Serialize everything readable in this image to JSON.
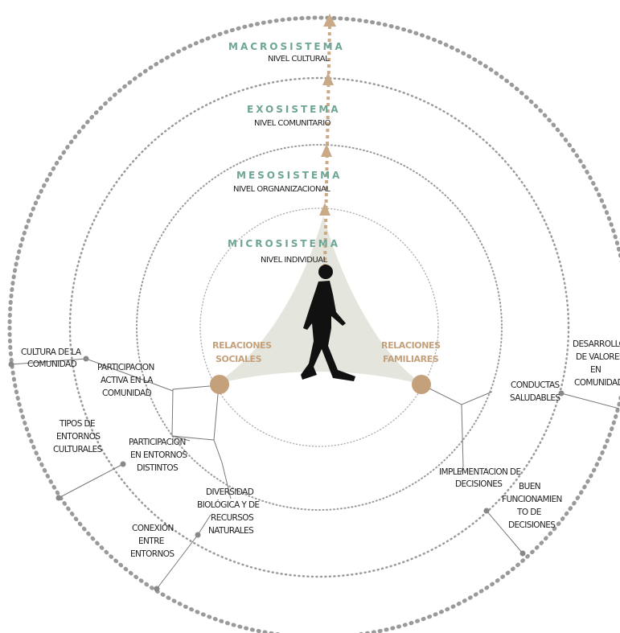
{
  "colors": {
    "accent_green": "#6fa596",
    "node_tan": "#c4a07b",
    "arrow_tan": "#caa986",
    "ring_gray": "#9a9a9a",
    "cone_fill": "#e4e5dc",
    "text": "#222222"
  },
  "levels": [
    {
      "title": "MACROSISTEMA",
      "subtitle": "NIVEL CULTURAL"
    },
    {
      "title": "EXOSISTEMA",
      "subtitle": "NIVEL COMUNITARIO"
    },
    {
      "title": "MESOSISTEMA",
      "subtitle": "NIVEL ORGNANIZACIONAL"
    },
    {
      "title": "MICROSISTEMA",
      "subtitle": "NIVEL INDIVIDUAL"
    }
  ],
  "nodes": {
    "left": [
      "RELACIONES",
      "SOCIALES"
    ],
    "right": [
      "RELACIONES",
      "FAMILIARES"
    ]
  },
  "icons": {
    "figure": "walking-person-icon"
  },
  "labels": {
    "cultura_comunidad": [
      "CULTURA DE LA",
      "COMUNIDAD"
    ],
    "participacion_activa": [
      "PARTICIPACION",
      "ACTIVA EN LA",
      "COMUNIDAD"
    ],
    "tipos_entornos": [
      "TIPOS DE",
      "ENTORNOS",
      "CULTURALES"
    ],
    "participacion_entornos": [
      "PARTICIPACION",
      "EN ENTORNOS",
      "DISTINTOS"
    ],
    "diversidad": [
      "DIVERSIDAD",
      "BIOLÓGICA Y DE",
      "RECURSOS",
      "NATURALES"
    ],
    "conexion": [
      "CONEXIÓN",
      "ENTRE",
      "ENTORNOS"
    ],
    "desarrollo": [
      "DESARROLLO",
      "DE VALORES",
      "EN",
      "COMUNIDAD"
    ],
    "conductas": [
      "CONDUCTAS",
      "SALUDABLES"
    ],
    "implementacion": [
      "IMPLEMENTACION DE",
      "DECISIONES"
    ],
    "buen_funcionamiento": [
      "BUEN",
      "FUNCIONAMIEN",
      "TO DE",
      "DECISIONES"
    ]
  }
}
